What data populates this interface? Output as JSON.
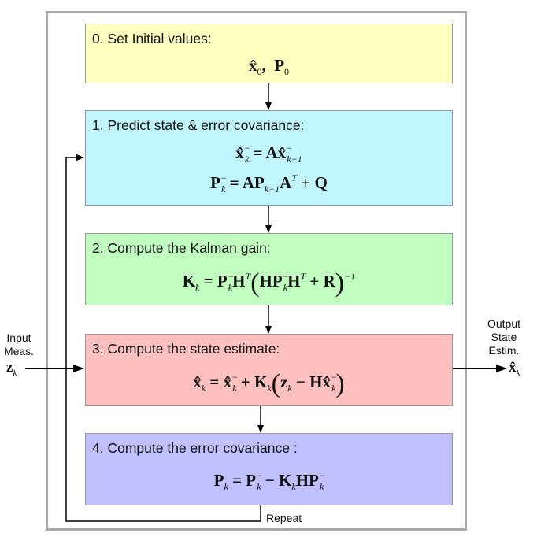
{
  "steps": [
    {
      "title": "0. Set Initial values:",
      "color": "#ffffc0"
    },
    {
      "title": "1. Predict state & error covariance:",
      "color": "#c0f6ff"
    },
    {
      "title": "2. Compute the Kalman gain:",
      "color": "#c0ffc0"
    },
    {
      "title": "3. Compute the state estimate:",
      "color": "#ffc0c0"
    },
    {
      "title": "4. Compute the error covariance :",
      "color": "#c0c0ff"
    }
  ],
  "input": {
    "line1": "Input",
    "line2": "Meas.",
    "symbol": "z",
    "subscript": "k"
  },
  "output": {
    "line1": "Output",
    "line2": "State",
    "line3": "Estim.",
    "symbol": "x̂",
    "subscript": "k"
  },
  "repeat_label": "Repeat",
  "frame_color": "#a9a9a9"
}
